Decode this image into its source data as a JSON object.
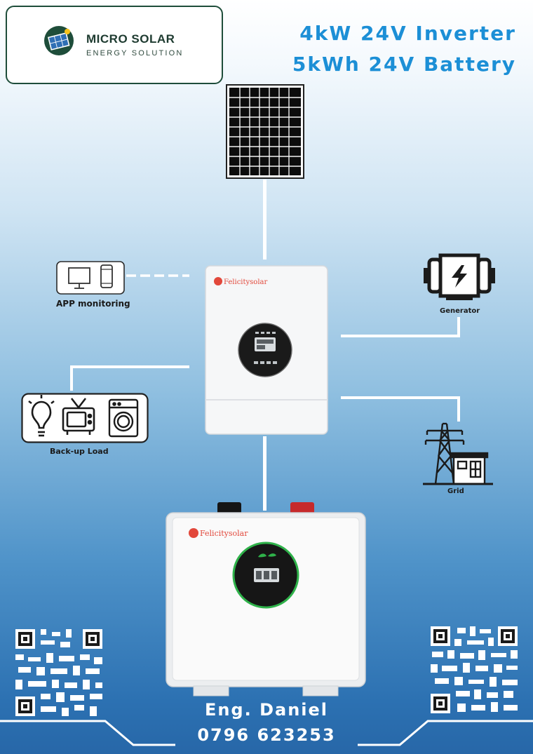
{
  "brand": {
    "name": "MICRO SOLAR",
    "tagline": "ENERGY SOLUTION"
  },
  "headline": {
    "line1": "4kW 24V Inverter",
    "line2": "5kWh 24V Battery"
  },
  "diagram": {
    "app_label": "APP monitoring",
    "generator_label": "Generator",
    "load_label": "Back-up Load",
    "grid_label": "Grid"
  },
  "inverter": {
    "brand": "Felicitysolar"
  },
  "battery": {
    "brand": "Felicitysolar"
  },
  "contact": {
    "name": "Eng. Daniel",
    "phone": "0796 623253"
  },
  "icons": [
    "solar-panel-icon",
    "monitor-icon",
    "phone-icon",
    "generator-icon",
    "bulb-icon",
    "tv-icon",
    "washing-machine-icon",
    "transmission-tower-icon",
    "building-icon",
    "qr-code-icon"
  ],
  "colors": {
    "headline": "#1c8fd6",
    "logo_green": "#1e4d3a",
    "background_bottom": "#2767a8"
  }
}
